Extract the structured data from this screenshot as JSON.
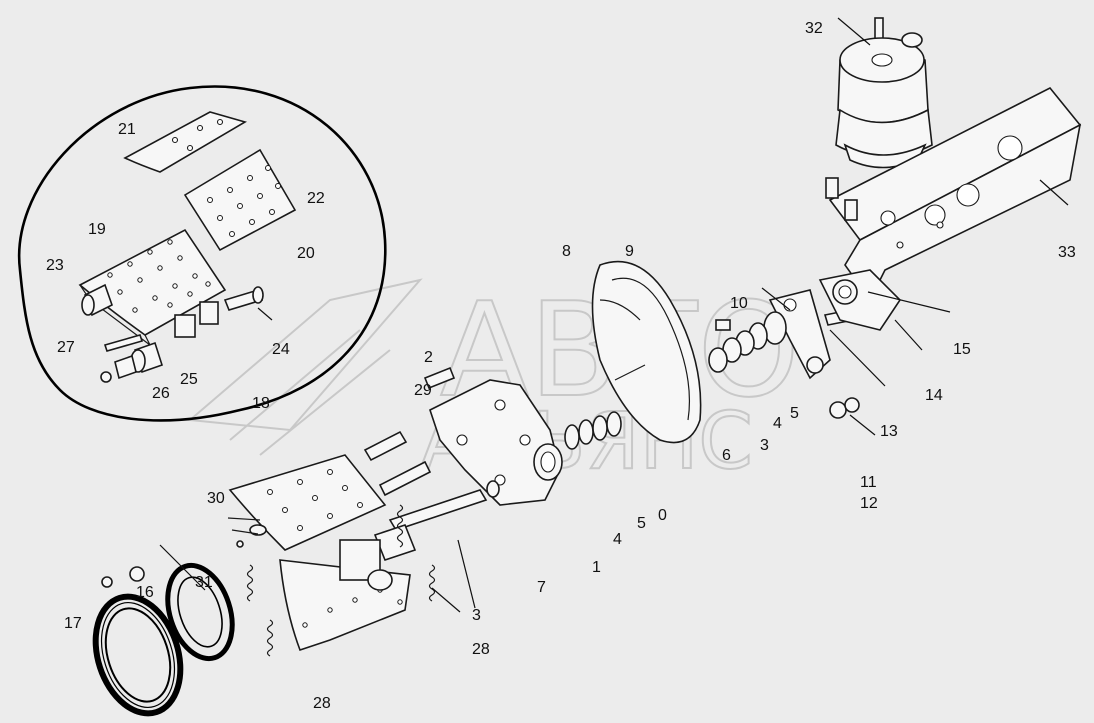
{
  "watermark": {
    "line1": "АВТО",
    "line2": "АЛЬЯНС"
  },
  "labels": [
    {
      "id": "l32",
      "text": "32"
    },
    {
      "id": "l33",
      "text": "33"
    },
    {
      "id": "l21",
      "text": "21"
    },
    {
      "id": "l22",
      "text": "22"
    },
    {
      "id": "l20",
      "text": "20"
    },
    {
      "id": "l19",
      "text": "19"
    },
    {
      "id": "l23",
      "text": "23"
    },
    {
      "id": "l27",
      "text": "27"
    },
    {
      "id": "l24",
      "text": "24"
    },
    {
      "id": "l25",
      "text": "25"
    },
    {
      "id": "l26",
      "text": "26"
    },
    {
      "id": "l18",
      "text": "18"
    },
    {
      "id": "l8",
      "text": "8"
    },
    {
      "id": "l9",
      "text": "9"
    },
    {
      "id": "l10",
      "text": "10"
    },
    {
      "id": "l15",
      "text": "15"
    },
    {
      "id": "l2",
      "text": "2"
    },
    {
      "id": "l29",
      "text": "29"
    },
    {
      "id": "l14",
      "text": "14"
    },
    {
      "id": "l5a",
      "text": "5"
    },
    {
      "id": "l4a",
      "text": "4"
    },
    {
      "id": "l13",
      "text": "13"
    },
    {
      "id": "l6",
      "text": "6"
    },
    {
      "id": "l3a",
      "text": "3"
    },
    {
      "id": "l11",
      "text": "11"
    },
    {
      "id": "l12",
      "text": "12"
    },
    {
      "id": "l30",
      "text": "30"
    },
    {
      "id": "l0",
      "text": "0"
    },
    {
      "id": "l5b",
      "text": "5"
    },
    {
      "id": "l4b",
      "text": "4"
    },
    {
      "id": "l1",
      "text": "1"
    },
    {
      "id": "l7",
      "text": "7"
    },
    {
      "id": "l31",
      "text": "31"
    },
    {
      "id": "l16",
      "text": "16"
    },
    {
      "id": "l17",
      "text": "17"
    },
    {
      "id": "l3b",
      "text": "3"
    },
    {
      "id": "l28a",
      "text": "28"
    },
    {
      "id": "l28b",
      "text": "28"
    }
  ]
}
